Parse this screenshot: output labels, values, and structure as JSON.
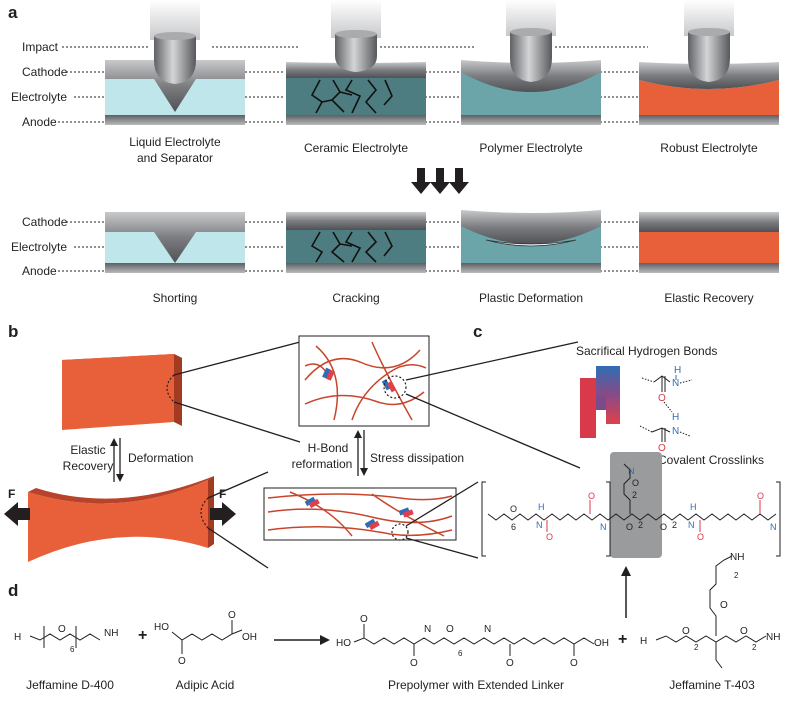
{
  "panel_a": {
    "letter": "a",
    "layer_labels": {
      "impact": "Impact",
      "cathode": "Cathode",
      "electrolyte": "Electrolyte",
      "anode": "Anode"
    },
    "top_captions": [
      "Liquid Electrolyte",
      "and Separator",
      "Ceramic Electrolyte",
      "Polymer Electrolyte",
      "Robust Electrolyte"
    ],
    "bottom_captions": [
      "Shorting",
      "Cracking",
      "Plastic Deformation",
      "Elastic Recovery"
    ],
    "colors": {
      "liquid": "#bfe6ea",
      "ceramic": "#4d7d80",
      "polymer": "#6ba5aa",
      "robust": "#e8603a",
      "metal": "#8a8c8e"
    }
  },
  "panel_b": {
    "letter": "b",
    "elastic_recovery": [
      "Elastic",
      "Recovery"
    ],
    "deformation": "Deformation",
    "hbond_reformation": [
      "H-Bond",
      "reformation"
    ],
    "stress_dissipation": "Stress dissipation",
    "force": "F"
  },
  "panel_c": {
    "letter": "c",
    "sacrificial": "Sacrifical Hydrogen Bonds",
    "covalent": "Covalent Crosslinks"
  },
  "panel_d": {
    "letter": "d",
    "compounds": [
      "Jeffamine D-400",
      "Adipic Acid",
      "Prepolymer with Extended Linker",
      "Jeffamine T-403"
    ],
    "plus": "+"
  },
  "chem": {
    "nh2": "NH",
    "h2n": "H",
    "oh": "OH",
    "ho": "HO",
    "o": "O",
    "n": "N",
    "h": "H",
    "sub6": "6",
    "sub2": "2"
  }
}
